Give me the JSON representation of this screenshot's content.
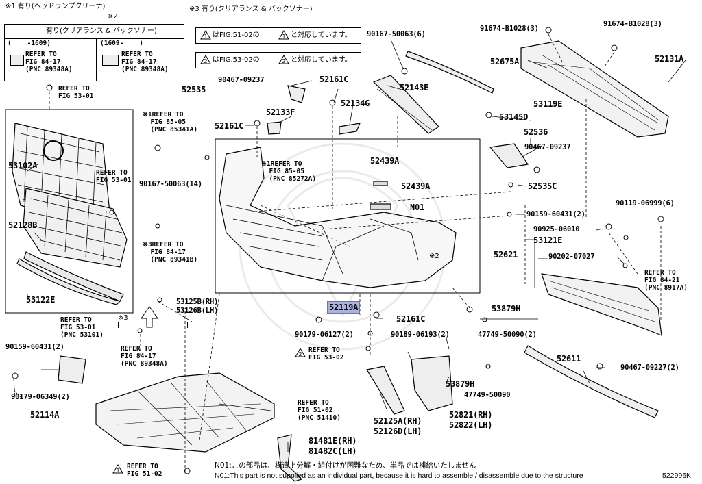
{
  "footnotes": {
    "n1": "※1 有り(ヘッドランプクリーナ)",
    "n2": "※2",
    "n3": "※3 有り(クリアランス & バックソナー)"
  },
  "option_box": {
    "title": "有り(クリアランス & バックソナー)",
    "col1_range": "(    -1609)",
    "col2_range": "(1609-    )",
    "col1_ref": "REFER TO\nFIG 84-17\n(PNC 89348A)",
    "col2_ref": "REFER TO\nFIG 84-17\n(PNC 89348A)"
  },
  "legend_notes": [
    {
      "num": "1",
      "text_before": "はFIG.51-02の",
      "text_after": "と対応しています。"
    },
    {
      "num": "2",
      "text_before": "はFIG.53-02の",
      "text_after": "と対応しています。"
    }
  ],
  "parts": {
    "p52119A": "52119A",
    "p90167_50063_6": "90167-50063(6)",
    "p91674_B1028_a": "91674-B1028(3)",
    "p91674_B1028_b": "91674-B1028(3)",
    "p52675A": "52675A",
    "p52131A": "52131A",
    "p52535": "52535",
    "p90467_09237_a": "90467-09237",
    "p52161C_top": "52161C",
    "p52143E": "52143E",
    "p53119E": "53119E",
    "p53145D": "53145D",
    "p52134G": "52134G",
    "p52133F": "52133F",
    "p52161C_left": "52161C",
    "p52536": "52536",
    "p90467_09237_b": "90467-09237",
    "p53102A": "53102A",
    "p90167_50063_14": "90167-50063(14)",
    "p52439A_a": "52439A",
    "p52439A_b": "52439A",
    "pN01": "N01",
    "p52535C": "52535C",
    "p90159_60431_2a": "90159-60431(2)",
    "p90119_06999_6": "90119-06999(6)",
    "p52128B": "52128B",
    "p90925_06010": "90925-06010",
    "p53121E": "53121E",
    "p52621": "52621",
    "p90202_07027": "90202-07027",
    "p53122E": "53122E",
    "p53125B": "53125B(RH)",
    "p53126B": "53126B(LH)",
    "p53879H_a": "53879H",
    "p52161C_bot": "52161C",
    "p90179_06127": "90179-06127(2)",
    "p90189_06193": "90189-06193(2)",
    "p47749_50090_2": "47749-50090(2)",
    "p90159_60431_2b": "90159-60431(2)",
    "p90179_06349": "90179-06349(2)",
    "p52114A": "52114A",
    "p52611": "52611",
    "p90467_09227": "90467-09227(2)",
    "p53879H_b": "53879H",
    "p47749_50090": "47749-50090",
    "p52125A": "52125A(RH)",
    "p52126D": "52126D(LH)",
    "p52821": "52821(RH)",
    "p52822": "52822(LH)",
    "p81481E": "81481E(RH)",
    "p81482C": "81482C(LH)"
  },
  "refs": {
    "r_53_01_top": "REFER TO\nFIG 53-01",
    "r_85_05_a": "※1REFER TO\n  FIG 85-05\n  (PNC 85341A)",
    "r_53_01_mid": "REFER TO\nFIG 53-01",
    "r_85_05_b": "※1REFER TO\n  FIG 85-05\n  (PNC 85272A)",
    "r_84_17_a": "※3REFER TO\n  FIG 84-17\n  (PNC 89341B)",
    "r_84_21": "REFER TO\nFIG 84-21\n(PNC 8917A)",
    "r_53_01_101": "REFER TO\nFIG 53-01\n(PNC 53101)",
    "r_84_17_b": "REFER TO\nFIG 84-17\n(PNC 89348A)",
    "r_53_02": "REFER TO\nFIG 53-02",
    "r_51_02_410": "REFER TO\nFIG 51-02\n(PNC 51410)",
    "r_51_02": "REFER TO\nFIG 51-02",
    "mark3": "※3",
    "mark2": "※2",
    "tri2_num": "2",
    "tri1_num": "1"
  },
  "bottom_notes": {
    "jp": "N01:この部品は、構造上分解・組付けが困難なため、単品では補給いたしません",
    "en": "N01:This part is not supplied as an individual part, because it is hard to assemble / disassemble due to the structure",
    "fig_id": "522996K"
  }
}
